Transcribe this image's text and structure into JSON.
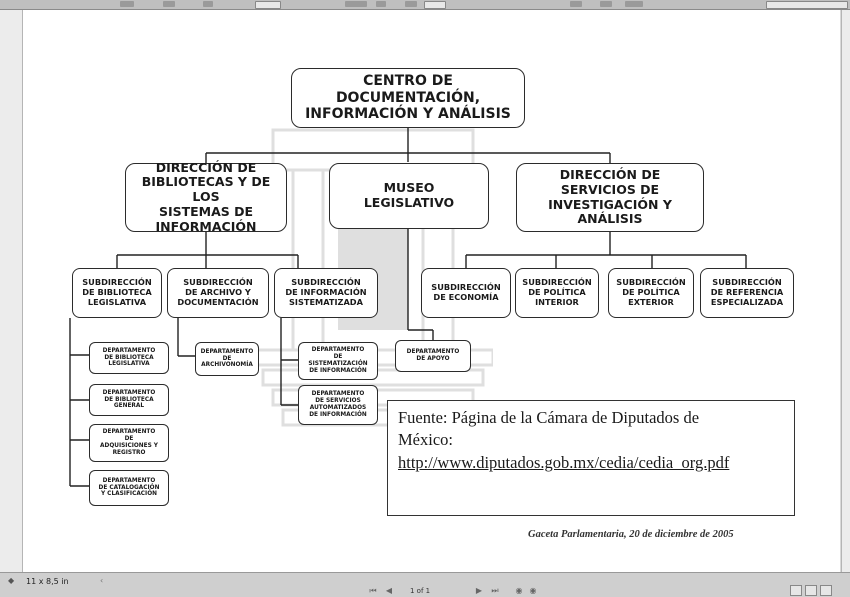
{
  "chart": {
    "root": "CENTRO DE DOCUMENTACIÓN,\nINFORMACIÓN Y ANÁLISIS",
    "dir_bibliotecas": "DIRECCIÓN DE\nBIBLIOTECAS Y DE LOS\nSISTEMAS DE\nINFORMACIÓN",
    "museo": "MUSEO\nLEGISLATIVO",
    "dir_servicios": "DIRECCIÓN DE\nSERVICIOS DE\nINVESTIGACIÓN Y\nANÁLISIS",
    "sub_biblioteca": "SUBDIRECCIÓN\nDE BIBLIOTECA\nLEGISLATIVA",
    "sub_archivo": "SUBDIRECCIÓN\nDE ARCHIVO Y\nDOCUMENTACIÓN",
    "sub_informacion": "SUBDIRECCIÓN\nDE INFORMACIÓN\nSISTEMATIZADA",
    "sub_economia": "SUBDIRECCIÓN\nDE ECONOMÍA",
    "sub_pol_interior": "SUBDIRECCIÓN\nDE POLÍTICA\nINTERIOR",
    "sub_pol_exterior": "SUBDIRECCIÓN\nDE POLÍTICA\nEXTERIOR",
    "sub_referencia": "SUBDIRECCIÓN\nDE REFERENCIA\nESPECIALIZADA",
    "dep_bib_legislativa": "DEPARTAMENTO\nDE BIBLIOTECA\nLEGISLATIVA",
    "dep_bib_general": "DEPARTAMENTO\nDE BIBLIOTECA\nGENERAL",
    "dep_adquisiciones": "DEPARTAMENTO\nDE\nADQUISICIONES Y\nREGISTRO",
    "dep_catalogacion": "DEPARTAMENTO\nDE CATALOGACIÓN\nY CLASIFICACIÓN",
    "dep_archivonomia": "DEPARTAMENTO\nDE\nARCHIVONOMÍA",
    "dep_sistematizacion": "DEPARTAMENTO\nDE\nSISTEMATIZACIÓN\nDE INFORMACIÓN",
    "dep_servicios_auto": "DEPARTAMENTO\nDE SERVICIOS\nAUTOMATIZADOS\nDE INFORMACIÓN",
    "dep_apoyo": "DEPARTAMENTO\nDE APOYO"
  },
  "source": {
    "line1": "Fuente: Página de la Cámara de Diputados de",
    "line2": "México:",
    "url": "http://www.diputados.gob.mx/cedia/cedia_org.pdf"
  },
  "footer_citation": "Gaceta Parlamentaria, 20 de diciembre de 2005",
  "viewer": {
    "page_size": "11 x 8,5 in",
    "page_indicator": "1 of 1"
  }
}
